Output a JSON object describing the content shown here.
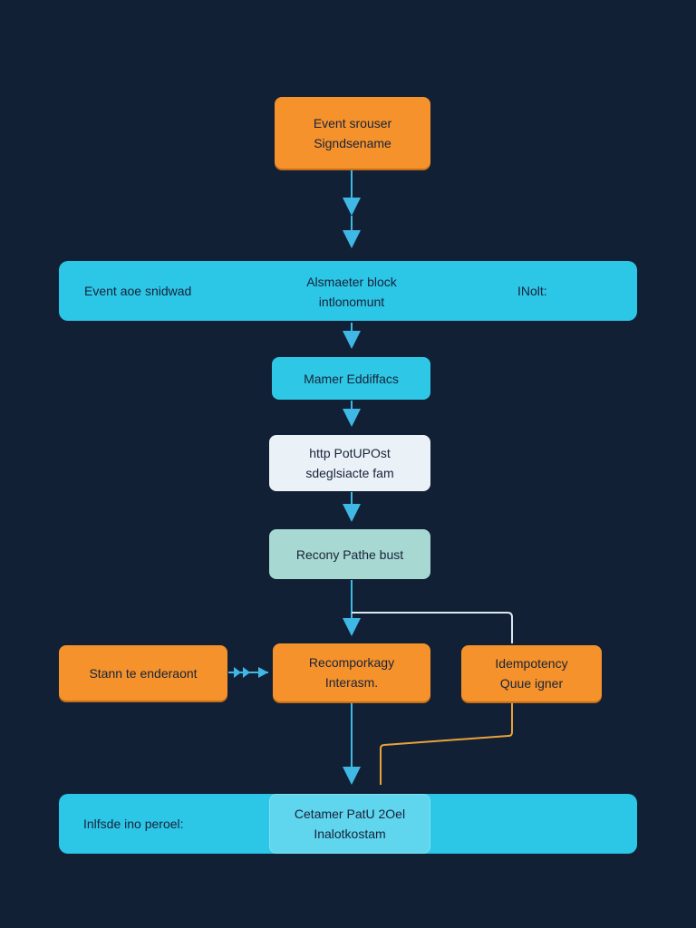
{
  "colors": {
    "background": "#122036",
    "orange": "#f5922b",
    "cyan": "#2ec8e6",
    "arrow": "#3fb8e6",
    "orange_line": "#e9a23b",
    "mint": "#a8d8d2",
    "paper": "#eaf1f7"
  },
  "nodes": {
    "event_source": {
      "line1": "Event srouser",
      "line2": "Signdsename"
    },
    "band_top": {
      "left": "Event aoe snidwad",
      "center_line1": "Alsmaeter block",
      "center_line2": "intlonomunt",
      "right": "INolt:"
    },
    "manner": {
      "line1": "Mamer Eddiffacs"
    },
    "http": {
      "line1": "http PotUPOst",
      "line2": "sdeglsiacte fam"
    },
    "recovery": {
      "line1": "Recony Pathe bust"
    },
    "stamp": {
      "line1": "Stann te enderaont"
    },
    "recon": {
      "line1": "Recomporkagy",
      "line2": "Interasm."
    },
    "idempotency": {
      "line1": "Idempotency",
      "line2": "Quue igner"
    },
    "band_bottom": {
      "left": "Inlfsde ino peroel:",
      "card_line1": "Cetamer PatU 2Oel",
      "card_line2": "Inalotkostam"
    }
  }
}
